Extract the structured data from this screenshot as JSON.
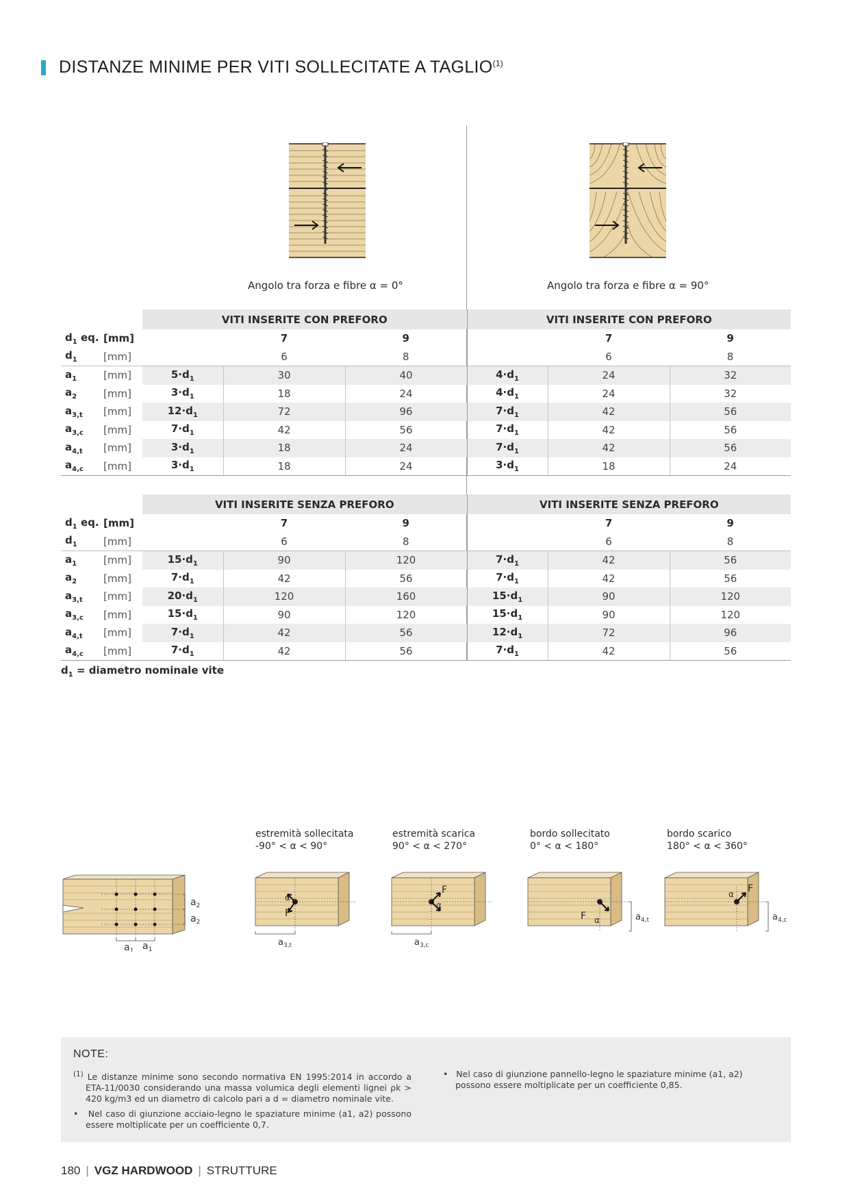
{
  "title": {
    "text": "DISTANZE MINIME PER VITI SOLLECITATE A TAGLIO",
    "sup": "(1)"
  },
  "angles": {
    "left": "Angolo tra forza e fibre α = 0°",
    "right": "Angolo tra forza e fibre α = 90°"
  },
  "tables": {
    "con": {
      "header_left": "VITI INSERITE CON PREFORO",
      "header_right": "VITI INSERITE CON PREFORO"
    },
    "senza": {
      "header_left": "VITI INSERITE SENZA PREFORO",
      "header_right": "VITI INSERITE SENZA PREFORO"
    },
    "unit": "[mm]",
    "d1eq": {
      "label": "d",
      "sub": "1",
      "suffix": " eq.",
      "v": [
        "7",
        "9",
        "7",
        "9"
      ]
    },
    "d1": {
      "label": "d",
      "sub": "1",
      "v": [
        "6",
        "8",
        "6",
        "8"
      ]
    },
    "con_rows": [
      {
        "l": "a",
        "s": "1",
        "ml": "5·d",
        "v1": "30",
        "v2": "40",
        "mr": "4·d",
        "v3": "24",
        "v4": "32"
      },
      {
        "l": "a",
        "s": "2",
        "ml": "3·d",
        "v1": "18",
        "v2": "24",
        "mr": "4·d",
        "v3": "24",
        "v4": "32"
      },
      {
        "l": "a",
        "s": "3,t",
        "ml": "12·d",
        "v1": "72",
        "v2": "96",
        "mr": "7·d",
        "v3": "42",
        "v4": "56"
      },
      {
        "l": "a",
        "s": "3,c",
        "ml": "7·d",
        "v1": "42",
        "v2": "56",
        "mr": "7·d",
        "v3": "42",
        "v4": "56"
      },
      {
        "l": "a",
        "s": "4,t",
        "ml": "3·d",
        "v1": "18",
        "v2": "24",
        "mr": "7·d",
        "v3": "42",
        "v4": "56"
      },
      {
        "l": "a",
        "s": "4,c",
        "ml": "3·d",
        "v1": "18",
        "v2": "24",
        "mr": "3·d",
        "v3": "18",
        "v4": "24"
      }
    ],
    "senza_rows": [
      {
        "l": "a",
        "s": "1",
        "ml": "15·d",
        "v1": "90",
        "v2": "120",
        "mr": "7·d",
        "v3": "42",
        "v4": "56"
      },
      {
        "l": "a",
        "s": "2",
        "ml": "7·d",
        "v1": "42",
        "v2": "56",
        "mr": "7·d",
        "v3": "42",
        "v4": "56"
      },
      {
        "l": "a",
        "s": "3,t",
        "ml": "20·d",
        "v1": "120",
        "v2": "160",
        "mr": "15·d",
        "v3": "90",
        "v4": "120"
      },
      {
        "l": "a",
        "s": "3,c",
        "ml": "15·d",
        "v1": "90",
        "v2": "120",
        "mr": "15·d",
        "v3": "90",
        "v4": "120"
      },
      {
        "l": "a",
        "s": "4,t",
        "ml": "7·d",
        "v1": "42",
        "v2": "56",
        "mr": "12·d",
        "v3": "72",
        "v4": "96"
      },
      {
        "l": "a",
        "s": "4,c",
        "ml": "7·d",
        "v1": "42",
        "v2": "56",
        "mr": "7·d",
        "v3": "42",
        "v4": "56"
      }
    ],
    "mul_sub": "1"
  },
  "footnote": {
    "d": "d",
    "sub": "1",
    "text": " = diametro nominale vite"
  },
  "captions": [
    {
      "l1": "estremità sollecitata",
      "l2": "-90° < α < 90°"
    },
    {
      "l1": "estremità scarica",
      "l2": "90° < α < 270°"
    },
    {
      "l1": "bordo sollecitato",
      "l2": "0° < α < 180°"
    },
    {
      "l1": "bordo scarico",
      "l2": "180° < α < 360°"
    }
  ],
  "diagram_labels": {
    "a": "a",
    "a1s": "1",
    "a2s": "2",
    "a3t": "3,t",
    "a3c": "3,c",
    "a4t": "4,t",
    "a4c": "4,c",
    "F": "F",
    "alpha": "α"
  },
  "notes": {
    "heading": "NOTE:",
    "n1_sup": "(1)",
    "n1": " Le distanze minime sono secondo normativa EN 1995:2014 in accordo a ETA-11/0030 considerando una massa volumica degli elementi lignei ρk > 420 kg/m3 ed un diametro di calcolo pari a d = diametro nominale vite.",
    "n2": "Nel caso di giunzione acciaio-legno le spaziature minime (a1, a2) possono essere moltiplicate per un coefficiente 0,7.",
    "n3": "Nel caso di giunzione pannello-legno le spaziature minime (a1, a2) possono essere moltiplicate per un coefficiente 0,85."
  },
  "footer": {
    "page": "180",
    "product": "VGZ HARDWOOD",
    "section": "STRUTTURE"
  }
}
